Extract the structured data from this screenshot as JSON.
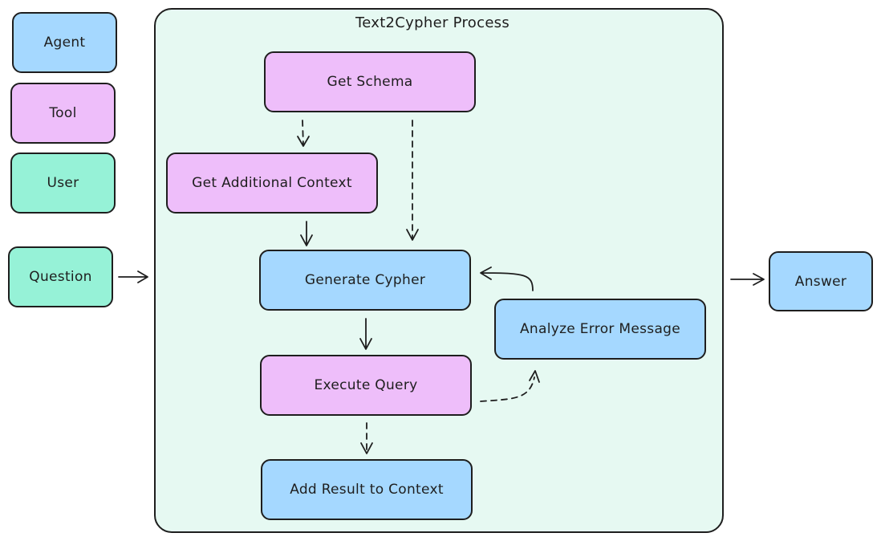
{
  "legend": {
    "agent": "Agent",
    "tool": "Tool",
    "user": "User"
  },
  "nodes": {
    "question": "Question",
    "answer": "Answer",
    "process_title": "Text2Cypher Process",
    "get_schema": "Get Schema",
    "get_additional_context": "Get Additional Context",
    "generate_cypher": "Generate Cypher",
    "analyze_error_message": "Analyze Error Message",
    "execute_query": "Execute Query",
    "add_result_to_context": "Add Result to Context"
  },
  "colors": {
    "agent": "#a5d8ff",
    "tool": "#eebefa",
    "user": "#96f2d7",
    "process_background": "#e6f9f2",
    "stroke": "#1e1e1e"
  }
}
